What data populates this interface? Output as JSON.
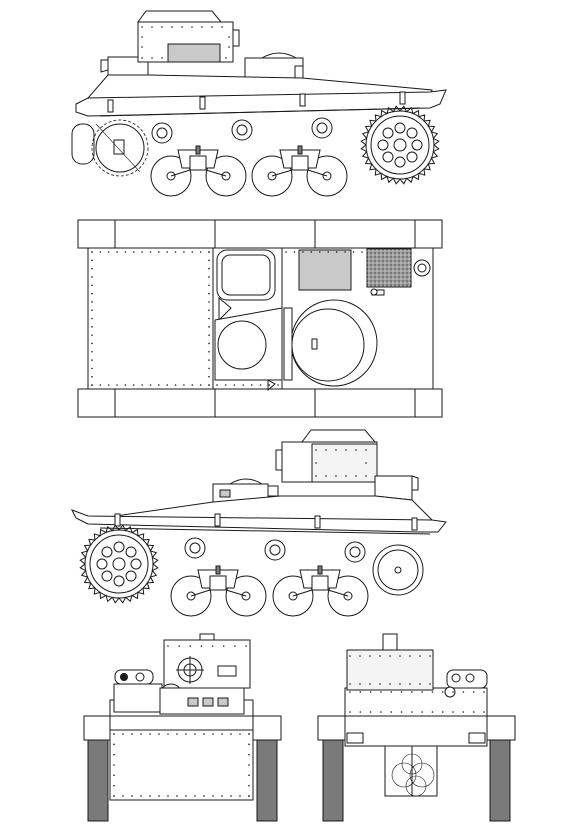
{
  "drawing": {
    "colors": {
      "line": "#1a1a1a",
      "background": "#ffffff",
      "light_fill": "#f4f4f4",
      "panel_gray": "#c9c9c9",
      "track_gray": "#7a7a7a"
    },
    "views": [
      "right-side",
      "top",
      "left-side",
      "front",
      "rear"
    ]
  }
}
